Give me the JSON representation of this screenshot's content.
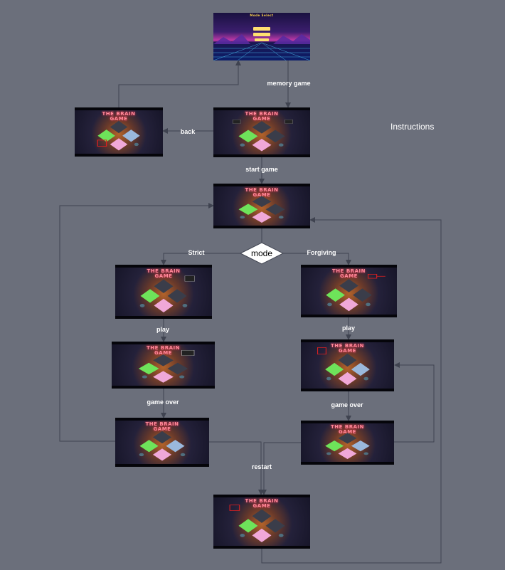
{
  "diagram": {
    "type": "flowchart",
    "side_label": "Instructions",
    "screen_title": "THE BRAIN GAME",
    "menu_title": "Mode Select",
    "decision": {
      "label": "mode"
    },
    "edge_labels": {
      "memory_game": "memory game",
      "back": "back",
      "start_game": "start game",
      "strict": "Strict",
      "forgiving": "Forgiving",
      "play_strict": "play",
      "play_forgiving": "play",
      "game_over_strict": "game over",
      "game_over_forgiving": "game over",
      "restart": "restart"
    },
    "colors": {
      "background": "#6b6f7b",
      "connector": "#3f4350",
      "label_text": "#ffffff",
      "decision_fill": "#ffffff",
      "tile_green": "#6ee35a",
      "tile_pink": "#f0a8d8",
      "tile_blue": "#9ab8dc",
      "tile_dark": "#3a3d4a",
      "title_neon": "#ff8a9a"
    }
  }
}
